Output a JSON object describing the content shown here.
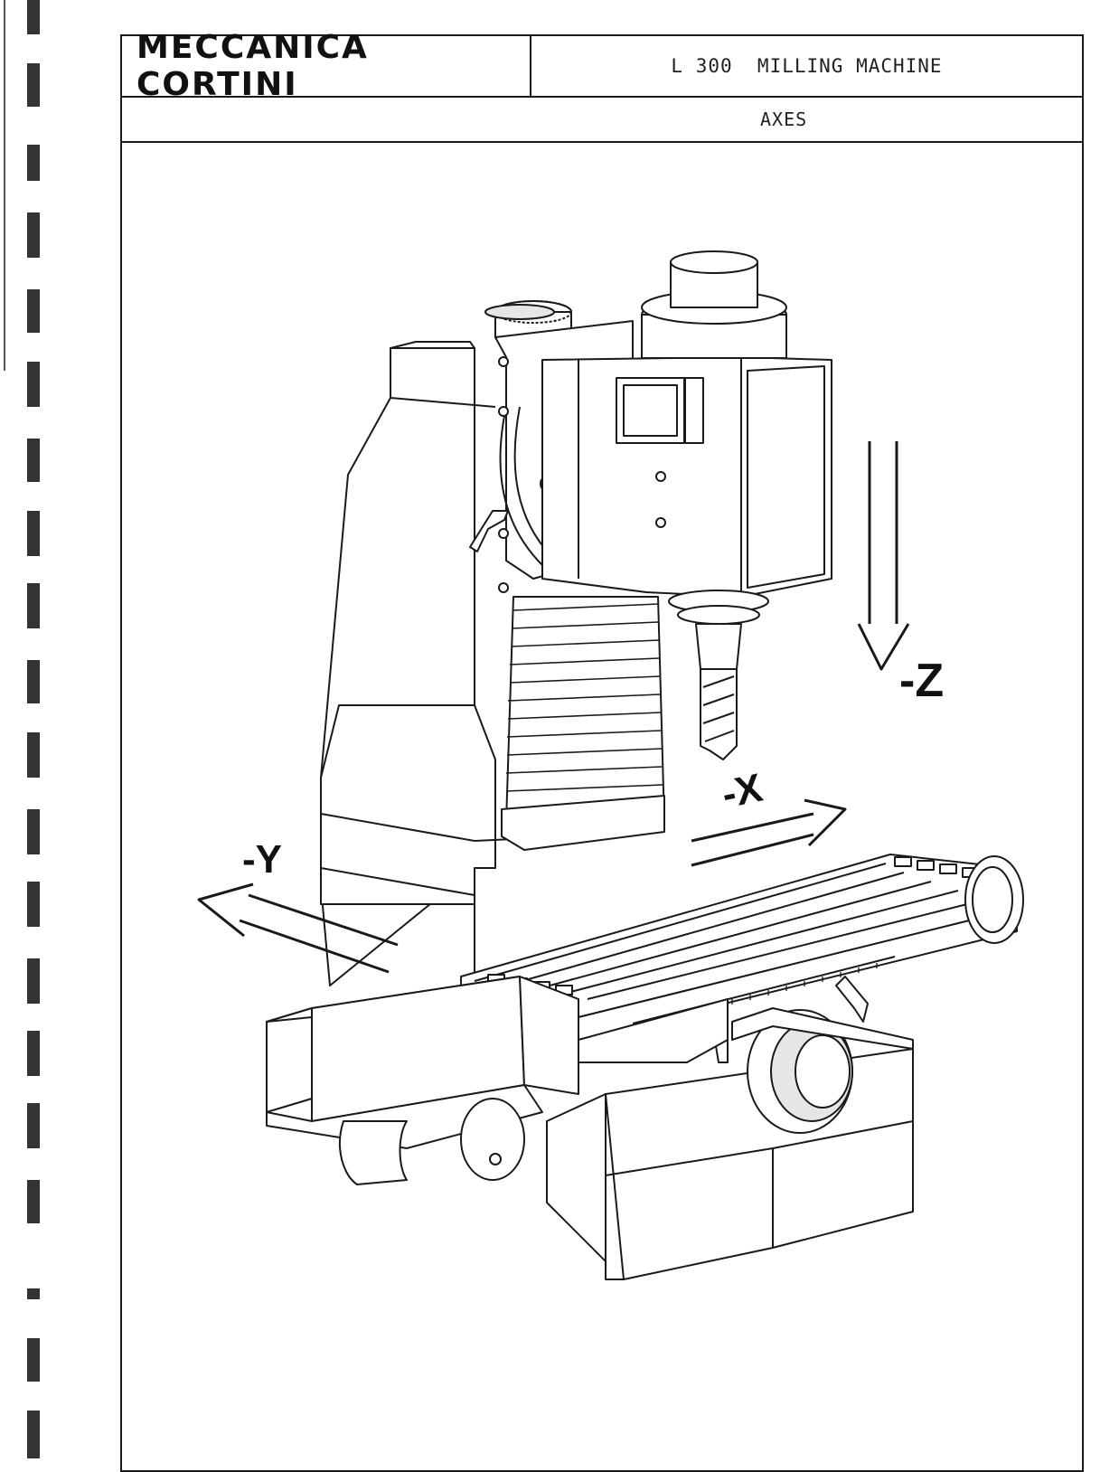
{
  "header": {
    "brand": "MECCANICA CORTINI",
    "title": "L 300  MILLING MACHINE",
    "section": "AXES"
  },
  "diagram": {
    "axes": [
      {
        "label": "-Z"
      },
      {
        "label": "-X"
      },
      {
        "label": "-Y"
      }
    ]
  }
}
